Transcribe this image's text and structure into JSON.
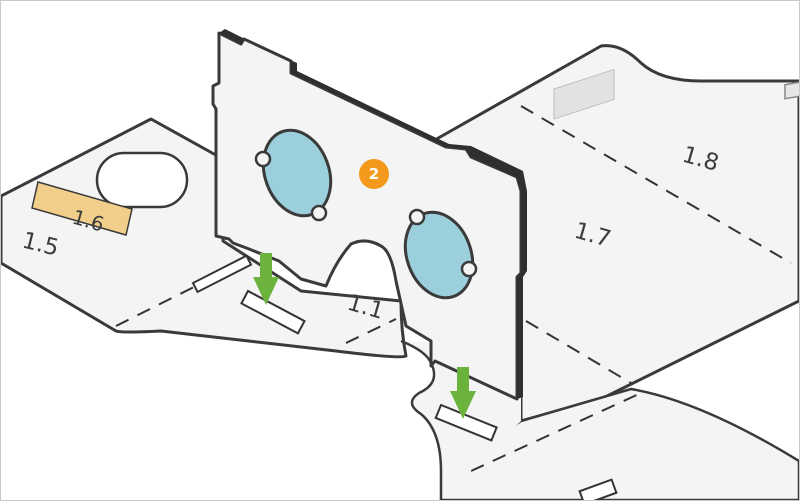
{
  "diagram": {
    "part_labels": {
      "p1_1": "1.1",
      "p1_5": "1.5",
      "p1_6": "1.6",
      "p1_7": "1.7",
      "p1_8": "1.8"
    },
    "step_badge": "2",
    "colors": {
      "lens": "#9ccfdc",
      "arrow": "#6cb33e",
      "badge": "#f39a1c",
      "tag": "#f1cf8b",
      "outline": "#3a3a3a",
      "panel": "#f4f4f4"
    }
  }
}
